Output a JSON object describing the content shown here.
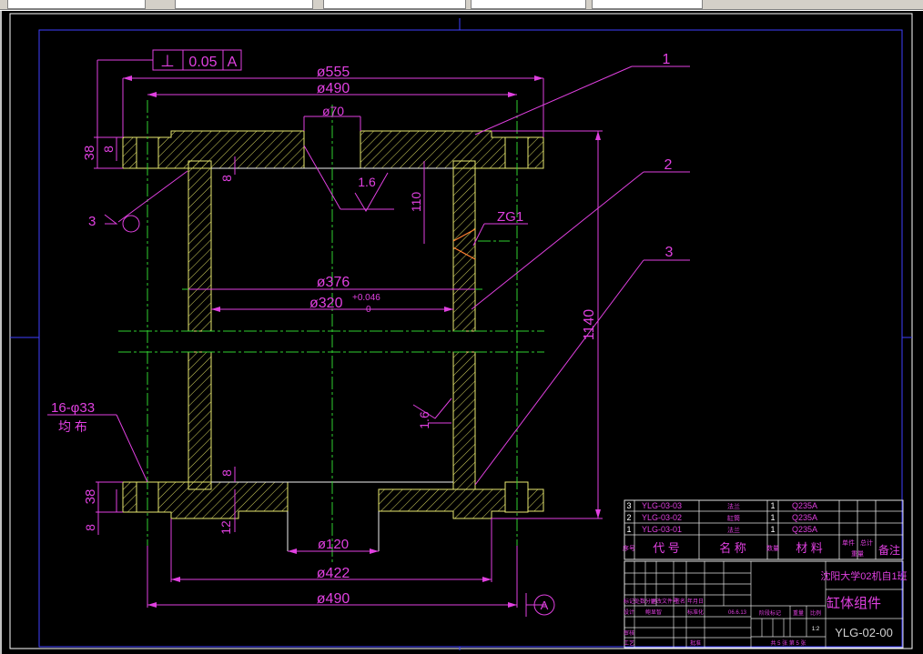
{
  "window_tabs": [
    "",
    "",
    "",
    "",
    "",
    "",
    ""
  ],
  "tolerance_frame": {
    "symbol": "⊥",
    "value": "0.05",
    "datum": "A"
  },
  "dimensions": {
    "d555": "ø555",
    "d490_top": "ø490",
    "d70": "ø70",
    "d376": "ø376",
    "d320": "ø320",
    "d320_tol_upper": "+0.046",
    "d320_tol_lower": "0",
    "d120": "ø120",
    "d422": "ø422",
    "d490_bottom": "ø490",
    "h1140": "1140",
    "h110": "110",
    "h38_top": "38",
    "h8_top": "8",
    "h8_inner": "8",
    "h38_bottom": "38",
    "h8_bottom": "8",
    "h8_bottom_inner": "8",
    "h12": "12"
  },
  "annotations": {
    "weld": "3",
    "roughness_top": "1.6",
    "roughness_side": "1.6",
    "thread": "ZG1",
    "holes": "16-φ33",
    "holes_note": "均 布",
    "datum_mark": "A"
  },
  "balloons": [
    "1",
    "2",
    "3"
  ],
  "parts_list": {
    "rows": [
      {
        "no": "3",
        "code": "YLG-03-03",
        "name": "法兰",
        "qty": "1",
        "material": "Q235A"
      },
      {
        "no": "2",
        "code": "YLG-03-02",
        "name": "缸筒",
        "qty": "1",
        "material": "Q235A"
      },
      {
        "no": "1",
        "code": "YLG-03-01",
        "name": "法兰",
        "qty": "1",
        "material": "Q235A"
      }
    ],
    "header": {
      "no": "序号",
      "code": "代 号",
      "name": "名 称",
      "qty": "数量",
      "material": "材 料",
      "single": "单件",
      "total": "总计",
      "weight": "重量",
      "remark": "备注"
    }
  },
  "title_block": {
    "school": "沈阳大学02机自1班",
    "drawing_name": "缸体组件",
    "drawing_no": "YLG-02-00",
    "labels": {
      "mark": "标记",
      "count": "处数",
      "zone": "分区",
      "change_doc": "更改文件号",
      "sign": "签名",
      "date_label": "年月日",
      "design": "设计",
      "designer": "鲍显智",
      "standardize": "标准化",
      "date": "06.6.13",
      "stage_mark": "阶段标记",
      "weight": "重量",
      "scale": "比例",
      "scale_value": "1:2",
      "review": "审核",
      "process": "工艺",
      "approve": "批准",
      "sheets": "共 5 张  第 5 张"
    }
  }
}
